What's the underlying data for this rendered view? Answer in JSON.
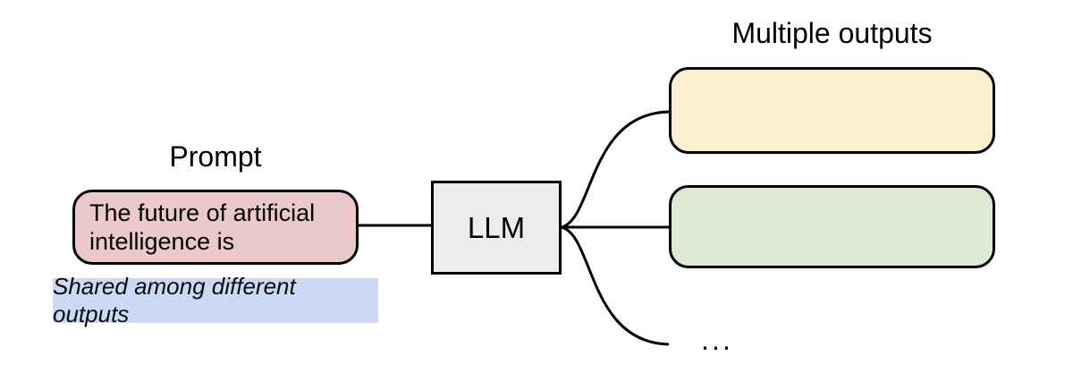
{
  "diagram": {
    "prompt_label": "Prompt",
    "prompt_box": {
      "lines": [
        "The future of artificial",
        "intelligence is"
      ]
    },
    "prompt_note": "Shared among different outputs",
    "llm_label": "LLM",
    "outputs_label": "Multiple outputs",
    "ellipsis": "..."
  },
  "colors": {
    "prompt_fill": "#ebc8c9",
    "note_fill": "#ccd9f6",
    "llm_fill": "#ececec",
    "output_top_fill": "#faf0cd",
    "output_bottom_fill": "#dde9d3",
    "edge_stroke": "#000000"
  }
}
